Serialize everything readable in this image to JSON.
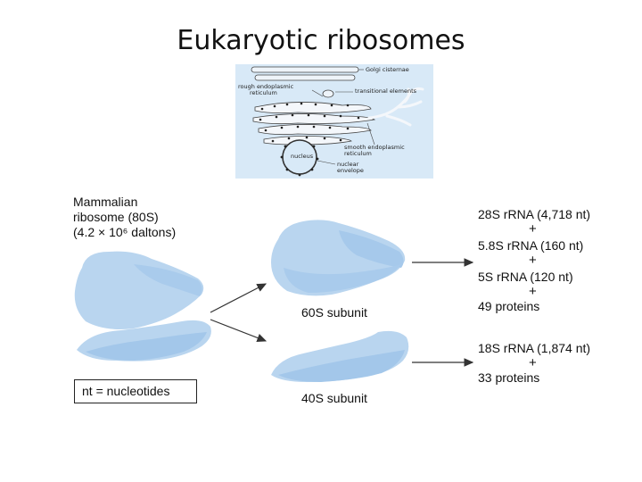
{
  "slide": {
    "title": "Eukaryotic ribosomes"
  },
  "inset": {
    "labels": {
      "golgi": "Golgi cisternae",
      "rough_er_line1": "rough endoplasmic",
      "rough_er_line2": "reticulum",
      "transitional": "transitional elements",
      "nucleus": "nucleus",
      "smooth_er_line1": "smooth endoplasmic",
      "smooth_er_line2": "reticulum",
      "envelope_line1": "nuclear",
      "envelope_line2": "envelope"
    }
  },
  "ribosome": {
    "heading_line1": "Mammalian",
    "heading_line2": "ribosome (80S)",
    "heading_line3": "(4.2 × 10⁶ daltons)",
    "large_subunit": {
      "label": "60S subunit",
      "components": [
        "28S rRNA (4,718 nt)",
        "5.8S rRNA (160 nt)",
        "5S rRNA (120 nt)",
        "49 proteins"
      ]
    },
    "small_subunit": {
      "label": "40S subunit",
      "components": [
        "18S rRNA (1,874 nt)",
        "33 proteins"
      ]
    },
    "plus_sign": "+",
    "legend": "nt = nucleotides",
    "colors": {
      "subunit_fill": "#b9d5ef",
      "subunit_shade": "#9fc3e6",
      "arrow": "#333333"
    }
  }
}
